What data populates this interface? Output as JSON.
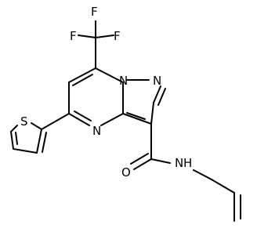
{
  "molecule": {
    "atoms": {
      "f_top": "F",
      "f_left": "F",
      "f_right": "F",
      "n_bridge": "N",
      "n_pyrazole": "N",
      "n_pyrimidine": "N",
      "s_thiophene": "S",
      "o_carbonyl": "O",
      "n_amide": "N",
      "h_amide": "H"
    }
  }
}
